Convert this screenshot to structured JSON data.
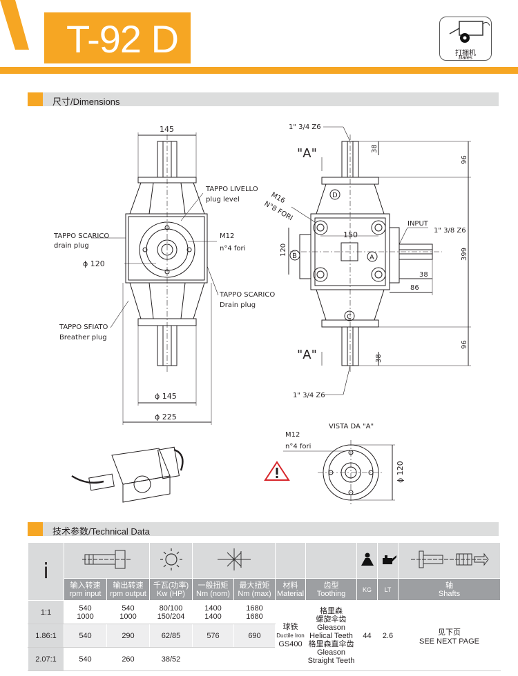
{
  "header": {
    "title": "T-92 D",
    "badge_cn": "打捆机",
    "badge_en": "Bales"
  },
  "sections": {
    "dimensions": "尺寸/Dimensions",
    "technical": "技术参数/Technical Data"
  },
  "drawing": {
    "front": {
      "dim_145_top": "145",
      "tappo_livello": "TAPPO LIVELLO",
      "plug_level": "plug level",
      "tappo_scarico_l": "TAPPO SCARICO",
      "drain_plug_l": "drain plug",
      "m12": "M12",
      "n4_fori": "n°4 fori",
      "phi120": "ϕ 120",
      "tappo_scarico_r": "TAPPO SCARICO",
      "drain_plug_r": "Drain plug",
      "tappo_sfiato": "TAPPO SFIATO",
      "breather_plug": "Breather plug",
      "phi145": "ϕ 145",
      "phi225": "ϕ 225"
    },
    "side": {
      "shaft_top": "1\" 3/4 Z6",
      "A_top": "\"A\"",
      "dim38_top": "38",
      "dim96_top": "96",
      "m16": "M16",
      "n8_fori": "N°8 FORI",
      "dim150": "150",
      "input": "INPUT",
      "input_shaft": "1\" 3/8 Z6",
      "dim120": "120",
      "dim399": "399",
      "dim38_r": "38",
      "dim86": "86",
      "mark_d": "D",
      "mark_b": "B",
      "mark_a": "A",
      "mark_c": "C",
      "A_bottom": "\"A\"",
      "dim38_bot": "38",
      "dim96_bot": "96",
      "shaft_bot": "1\" 3/4 Z6"
    },
    "vista": {
      "title": "VISTA DA \"A\"",
      "m12": "M12",
      "n4_fori": "n°4 fori",
      "phi120": "ϕ 120"
    }
  },
  "table": {
    "i_label": "i",
    "headers": [
      {
        "cn": "输入转速",
        "en": "rpm input"
      },
      {
        "cn": "输出转速",
        "en": "rpm output"
      },
      {
        "cn": "千瓦(功率)",
        "en": "Kw (HP)"
      },
      {
        "cn": "一般扭矩",
        "en": "Nm (nom)"
      },
      {
        "cn": "最大扭矩",
        "en": "Nm (max)"
      },
      {
        "cn": "材料",
        "en": "Material"
      },
      {
        "cn": "齿型",
        "en": "Toothing"
      },
      {
        "cn": "KG",
        "en": ""
      },
      {
        "cn": "LT",
        "en": ""
      },
      {
        "cn": "轴",
        "en": "Shafts"
      }
    ],
    "rows": [
      {
        "ratio": "1:1",
        "rpm_in": "540\n1000",
        "rpm_out": "540\n1000",
        "kw": "80/100\n150/204",
        "nom": "1400\n1400",
        "max": "1680\n1680"
      },
      {
        "ratio": "1.86:1",
        "rpm_in": "540",
        "rpm_out": "290",
        "kw": "62/85",
        "nom": "576",
        "max": "690"
      },
      {
        "ratio": "2.07:1",
        "rpm_in": "540",
        "rpm_out": "260",
        "kw": "38/52",
        "nom": "",
        "max": ""
      }
    ],
    "material_cn": "球铁",
    "material_en": "Ductile Iron",
    "material_code": "GS400",
    "tooth_helical_cn": "格里森\n螺旋伞齿",
    "tooth_helical_en": "Gleason\nHelical Teeth",
    "tooth_straight_cn": "格里森直伞齿",
    "tooth_straight_en": "Gleason\nStraight Teeth",
    "kg": "44",
    "lt": "2.6",
    "shafts_cn": "见下页",
    "shafts_en": "SEE NEXT PAGE"
  }
}
